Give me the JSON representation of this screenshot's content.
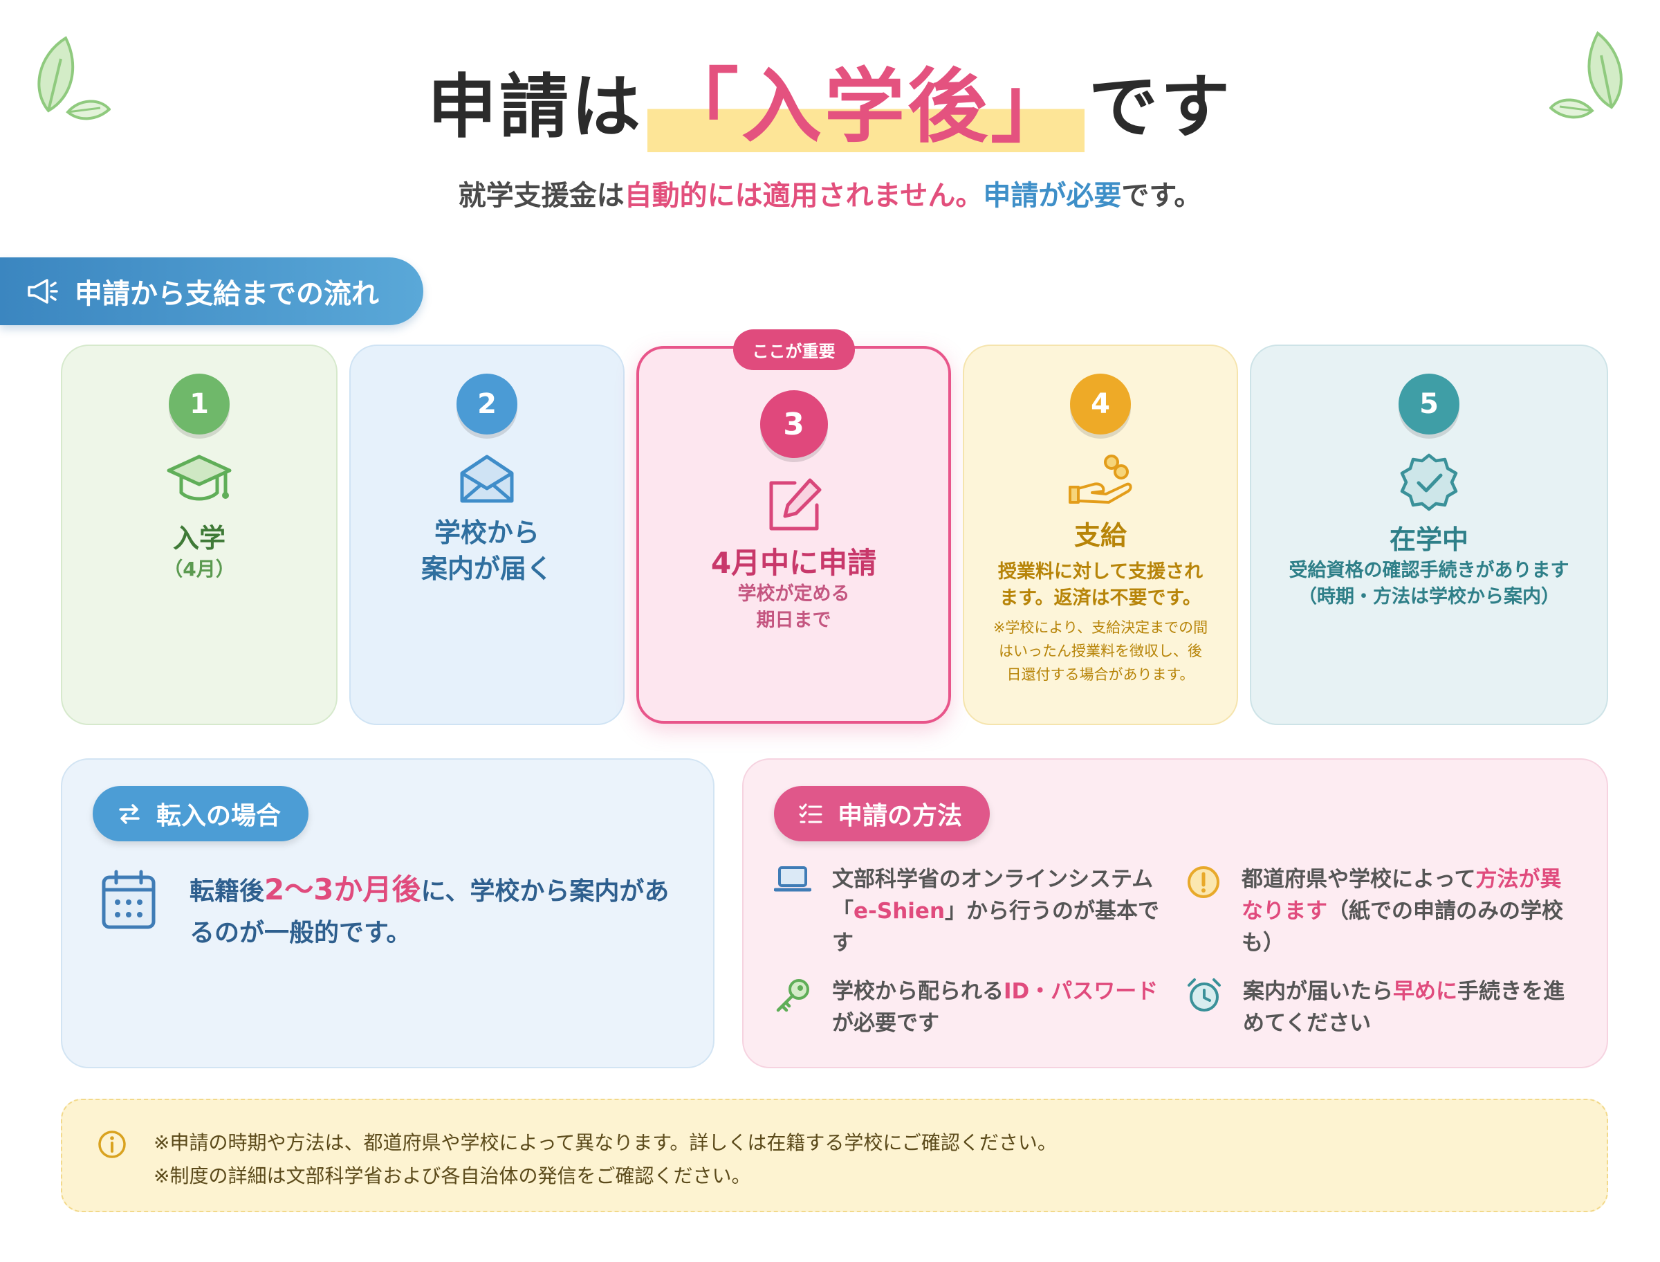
{
  "header": {
    "title_pre": "申請は",
    "title_highlight": "「入学後」",
    "title_post": "です",
    "subtitle_1": "就学支援金は",
    "subtitle_2": "自動的には適用されません。",
    "subtitle_3": "申請が必要",
    "subtitle_4": "です。"
  },
  "flow": {
    "banner_label": "申請から支給までの流れ",
    "banner_icon": "megaphone-icon",
    "steps": [
      {
        "number": "1",
        "title": "入学",
        "sub": "（4月）",
        "icon": "graduation-cap-icon"
      },
      {
        "number": "2",
        "title_1": "学校から",
        "title_2": "案内が届く",
        "icon": "envelope-icon"
      },
      {
        "number": "3",
        "badge": "ここが重要",
        "title": "4月中に申請",
        "sub_1": "学校が定める",
        "sub_2": "期日まで",
        "icon": "edit-form-icon"
      },
      {
        "number": "4",
        "title": "支給",
        "sub": "授業料に対して支援されます。返済は不要です。",
        "note": "※学校により、支給決定までの間はいったん授業料を徴収し、後日還付する場合があります。",
        "icon": "hand-coins-icon"
      },
      {
        "number": "5",
        "title": "在学中",
        "sub_1": "受給資格の確認手続きがあります",
        "sub_2": "（時期・方法は学校から案内）",
        "icon": "badge-check-icon"
      }
    ]
  },
  "transfer": {
    "label": "転入の場合",
    "icon": "swap-arrows-icon",
    "text_1": "転籍後",
    "text_em": "2〜3か月後",
    "text_2": "に、学校から案内があるのが一般的です。",
    "body_icon": "calendar-icon"
  },
  "method": {
    "label": "申請の方法",
    "icon": "checklist-icon",
    "items": [
      {
        "icon": "laptop-icon",
        "text_1": "文部科学省のオンラインシステム「",
        "text_em": "e-Shien",
        "text_2": "」から行うのが基本です"
      },
      {
        "icon": "warning-circle-icon",
        "text_1": "都道府県や学校によって",
        "text_em": "方法が異なります",
        "text_2": "（紙での申請のみの学校も）"
      },
      {
        "icon": "key-icon",
        "text_1": "学校から配られる",
        "text_em": "ID・パスワード",
        "text_2": "が必要です"
      },
      {
        "icon": "alarm-clock-icon",
        "text_1": "案内が届いたら",
        "text_em": "早めに",
        "text_2": "手続きを進めてください"
      }
    ]
  },
  "note": {
    "icon": "info-circle-icon",
    "line_1": "※申請の時期や方法は、都道府県や学校によって異なります。詳しくは在籍する学校にご確認ください。",
    "line_2": "※制度の詳細は文部科学省および各自治体の発信をご確認ください。"
  }
}
